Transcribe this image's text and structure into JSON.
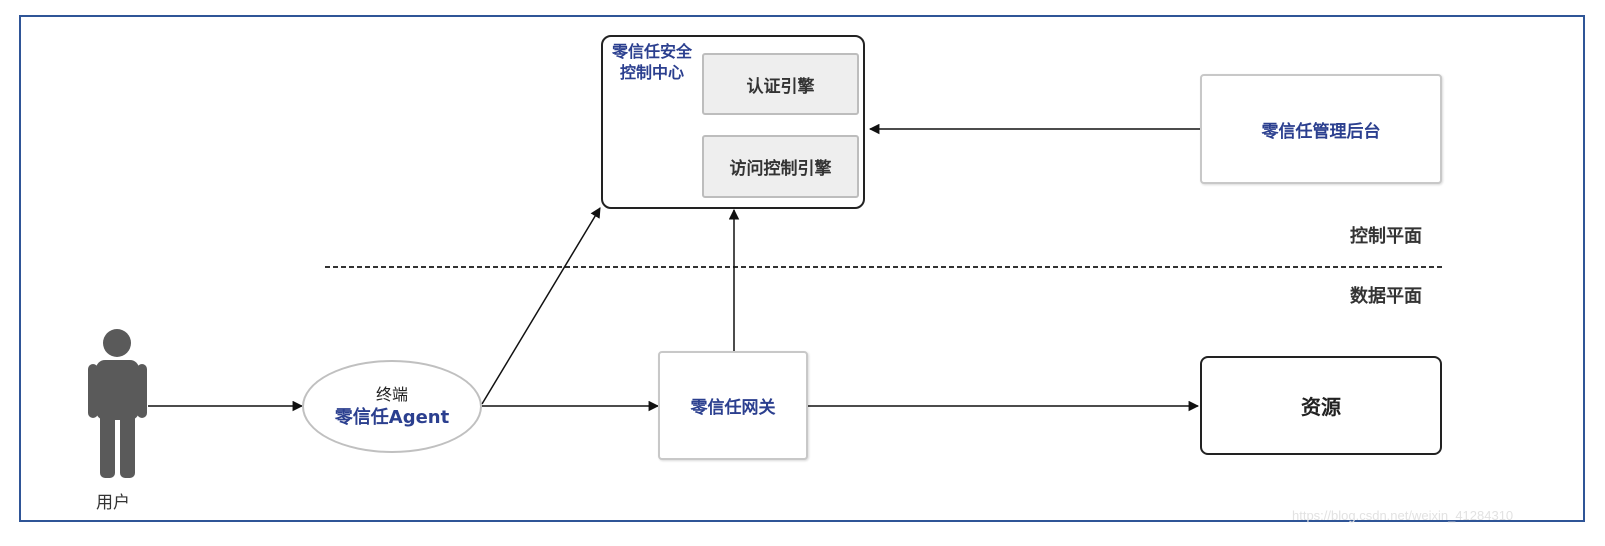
{
  "diagram": {
    "control_center": {
      "title_line1": "零信任安全",
      "title_line2": "控制中心"
    },
    "auth_engine": "认证引擎",
    "access_engine": "访问控制引擎",
    "admin_console": "零信任管理后台",
    "control_plane_label": "控制平面",
    "data_plane_label": "数据平面",
    "user_label": "用户",
    "terminal": {
      "line1": "终端",
      "line2": "零信任Agent"
    },
    "gateway": "零信任网关",
    "resource": "资源",
    "watermark": "https://blog.csdn.net/weixin_41284310"
  },
  "colors": {
    "frame": "#2f5597",
    "accent_text": "#2b3f8f",
    "person": "#5a5a5a"
  }
}
